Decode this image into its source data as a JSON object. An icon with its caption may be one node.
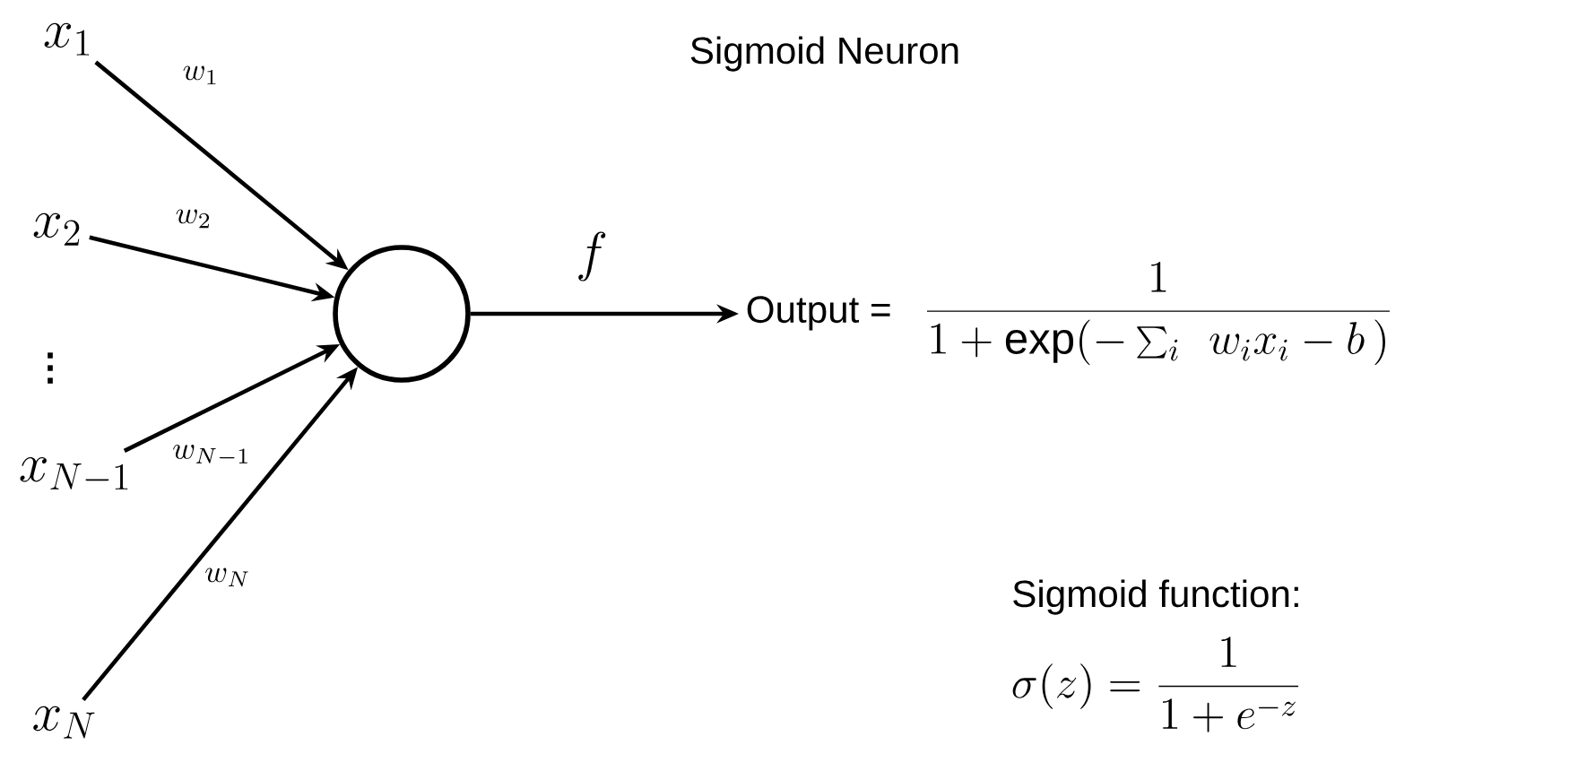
{
  "diagram": {
    "nodes": [
      {
        "text": [
          "x_1"
        ]
      },
      {
        "text": [
          "x_2"
        ]
      },
      {
        "text": [
          "x_{N-1}"
        ]
      },
      {
        "text": [
          "x_N"
        ]
      },
      {
        "text": [],
        "shape": "circle"
      },
      {
        "text": [
          "Output =",
          "\\frac{1}{1+\\exp(-\\sum_i\\;\\, w_i x_i - b\\,)}"
        ]
      }
    ],
    "edges": [
      {
        "from": 0,
        "to": 4,
        "arrow": "to",
        "label": "w_1"
      },
      {
        "from": 1,
        "to": 4,
        "arrow": "to",
        "label": "w_2"
      },
      {
        "from": 2,
        "to": 4,
        "arrow": "to",
        "label": "w_{N-1}"
      },
      {
        "from": 3,
        "to": 4,
        "arrow": "to",
        "label": "w_N"
      },
      {
        "from": 4,
        "to": 5,
        "arrow": "to",
        "label": "f"
      }
    ],
    "labels": [
      "Sigmoid Neuron",
      "\\vdots",
      "Sigmoid function:",
      "\\sigma(z) = \\frac{1}{1+e^{-z}}"
    ]
  }
}
